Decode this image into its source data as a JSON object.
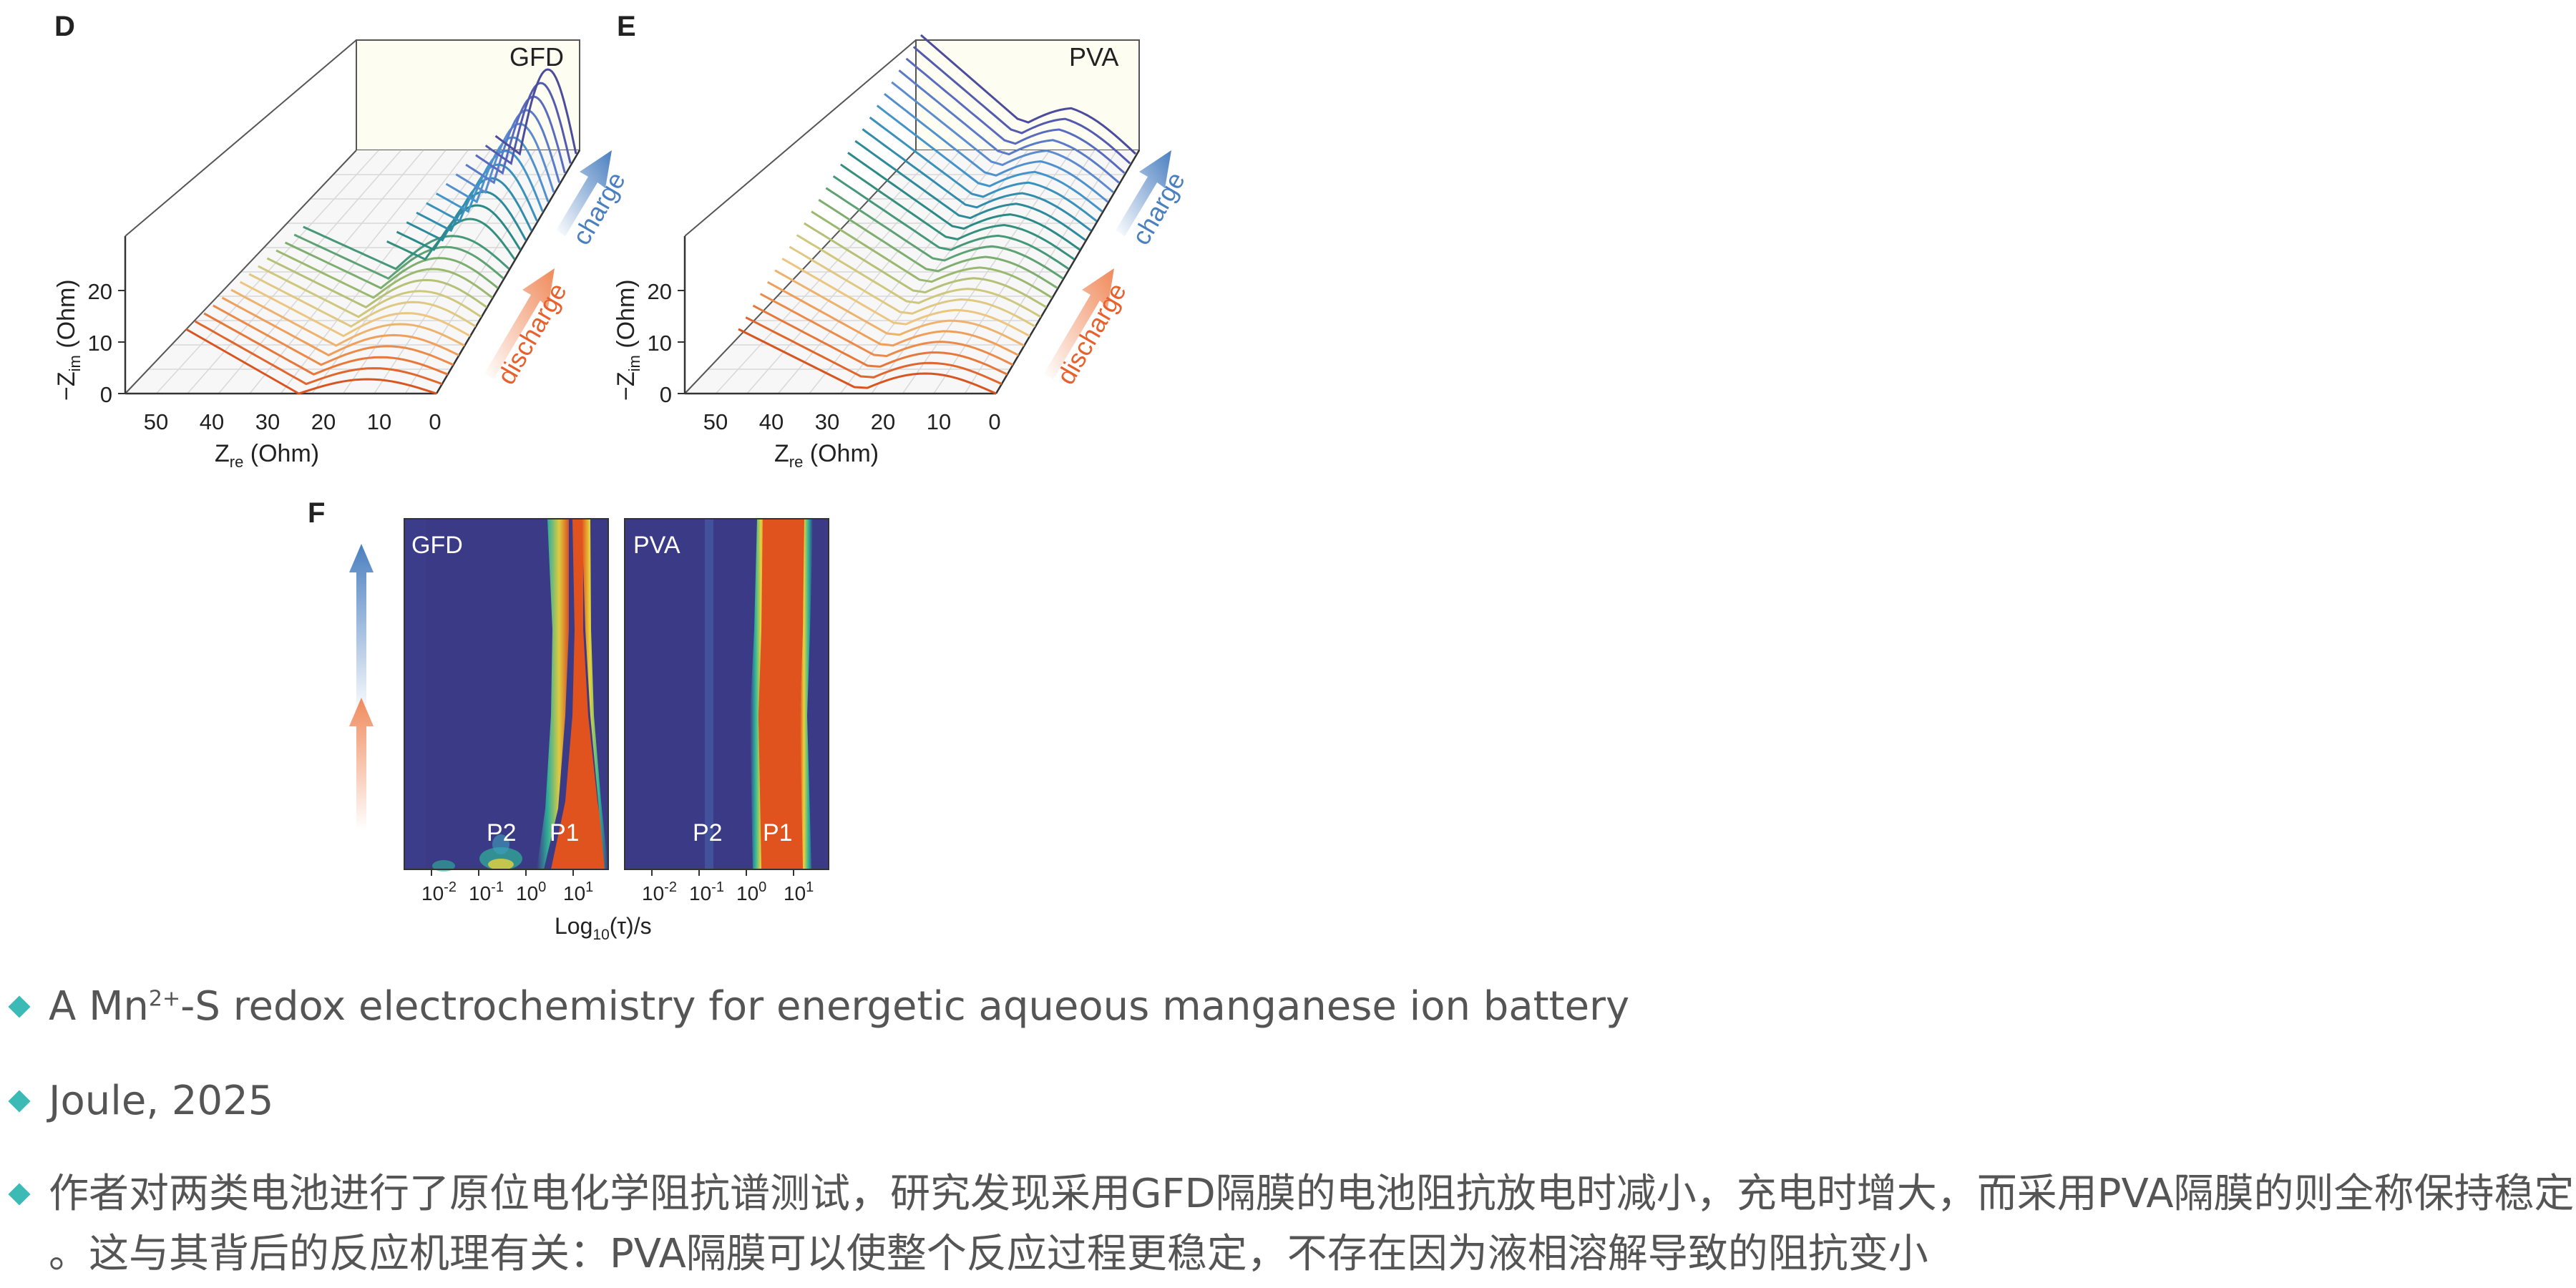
{
  "figure": {
    "panel_D": {
      "letter": "D",
      "label": "GFD",
      "xaxis_label": "Z",
      "xaxis_sub": "re",
      "xaxis_unit": " (Ohm)",
      "yaxis_label": "−Z",
      "yaxis_sub": "im",
      "yaxis_unit": " (Ohm)",
      "xticks": [
        "50",
        "40",
        "30",
        "20",
        "10",
        "0"
      ],
      "yticks": [
        "0",
        "10",
        "20"
      ],
      "arrow_up_label": "charge",
      "arrow_down_label": "discharge"
    },
    "panel_E": {
      "letter": "E",
      "label": "PVA",
      "xaxis_label": "Z",
      "xaxis_sub": "re",
      "xaxis_unit": " (Ohm)",
      "yaxis_label": "−Z",
      "yaxis_sub": "im",
      "yaxis_unit": " (Ohm)",
      "xticks": [
        "50",
        "40",
        "30",
        "20",
        "10",
        "0"
      ],
      "yticks": [
        "0",
        "10",
        "20"
      ],
      "arrow_up_label": "charge",
      "arrow_down_label": "discharge"
    },
    "panel_F": {
      "letter": "F",
      "left_label": "GFD",
      "right_label": "PVA",
      "peak1": "P1",
      "peak2": "P2",
      "xaxis_label": "Log",
      "xaxis_sub": "10",
      "xaxis_unit": "(τ)/s",
      "xtick_base": "10",
      "xtick_exps": [
        "-2",
        "-1",
        "0",
        "1"
      ]
    },
    "colors": {
      "discharge": "#e8602c",
      "charge": "#4a7fc0",
      "map_bg": "#3b3a86",
      "map_peak": "#e0531f",
      "map_edge": "#2fb59a",
      "bullet": "#3cbab5"
    }
  },
  "bullets": [
    {
      "pre": "A Mn",
      "sup": "2+",
      "post": "-S redox electrochemistry for energetic aqueous manganese ion battery"
    },
    {
      "text": "Joule, 2025"
    },
    {
      "line1": "作者对两类电池进行了原位电化学阻抗谱测试，研究发现采用GFD隔膜的电池阻抗放电时减小，充电时增大，而采用PVA隔膜的则全称保持稳定",
      "line2": "。这与其背后的反应机理有关：PVA隔膜可以使整个反应过程更稳定，不存在因为液相溶解导致的阻抗变小"
    }
  ]
}
